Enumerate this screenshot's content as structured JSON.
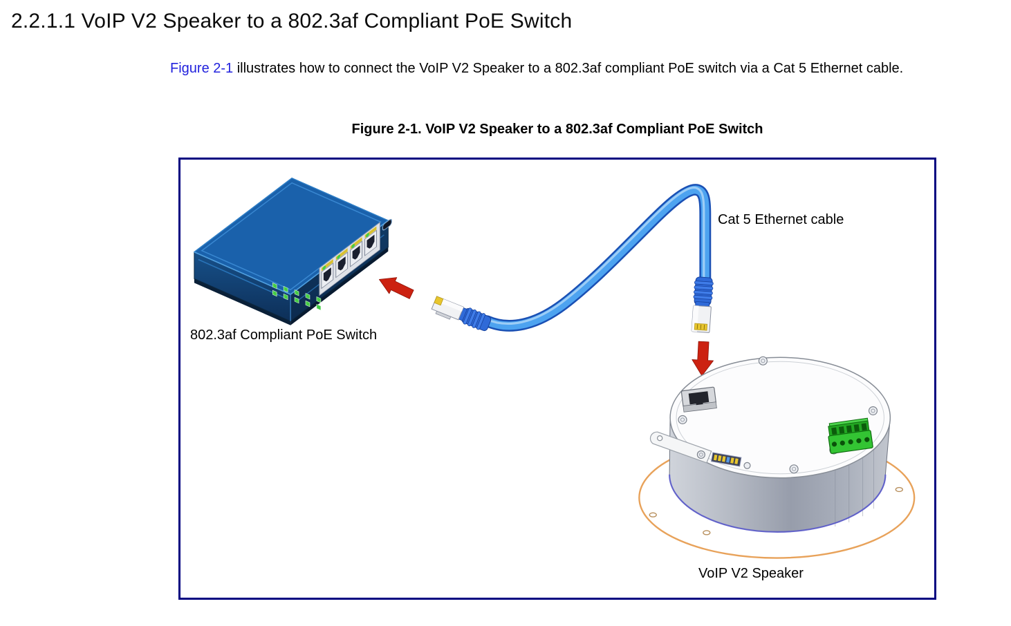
{
  "document": {
    "heading": "2.2.1.1 VoIP V2 Speaker to a 802.3af Compliant PoE Switch",
    "intro": {
      "link_text": "Figure 2-1",
      "text_after_link": " illustrates how to connect the VoIP V2 Speaker to a 802.3af compliant PoE switch via a Cat 5 Ethernet cable."
    },
    "figure": {
      "caption": "Figure 2-1. VoIP V2 Speaker to a 802.3af Compliant PoE Switch",
      "labels": {
        "poe_switch": "802.3af Compliant PoE Switch",
        "cable": "Cat 5 Ethernet cable",
        "speaker": "VoIP V2 Speaker"
      },
      "colors": {
        "figure_border": "#000080",
        "link_blue": "#2222dd",
        "switch_blue_top": "#1a61ab",
        "switch_blue_left": "#14477c",
        "switch_blue_right": "#0c2a4e",
        "cable_blue": "#4da3f0",
        "cable_outline_blue": "#1a50b4",
        "arrow_red": "#cc2211",
        "flange_orange": "#e8a25a",
        "terminal_green": "#33c433",
        "led_green": "#44cc44",
        "connector_yellow": "#e8c62e"
      }
    }
  }
}
